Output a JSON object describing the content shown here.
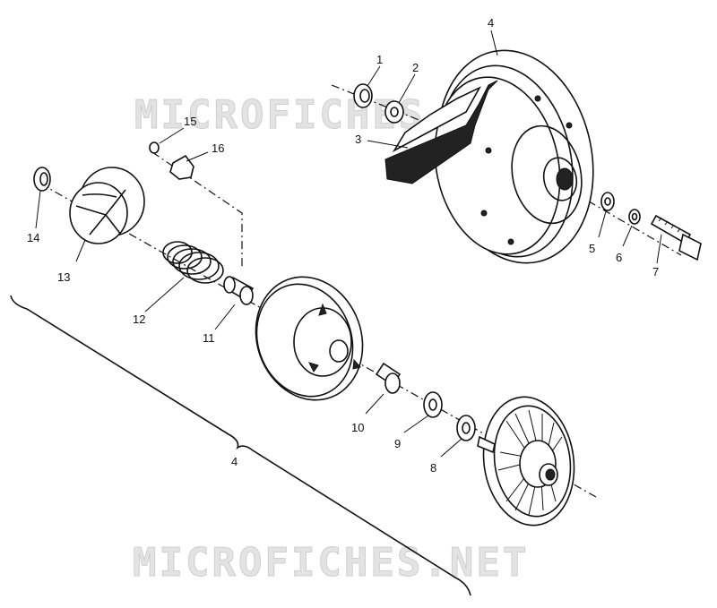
{
  "watermark": "MICROFICHES.NET",
  "callouts": [
    "1",
    "2",
    "3",
    "4",
    "5",
    "6",
    "7",
    "8",
    "9",
    "10",
    "11",
    "12",
    "13",
    "14",
    "15",
    "16",
    "4"
  ]
}
